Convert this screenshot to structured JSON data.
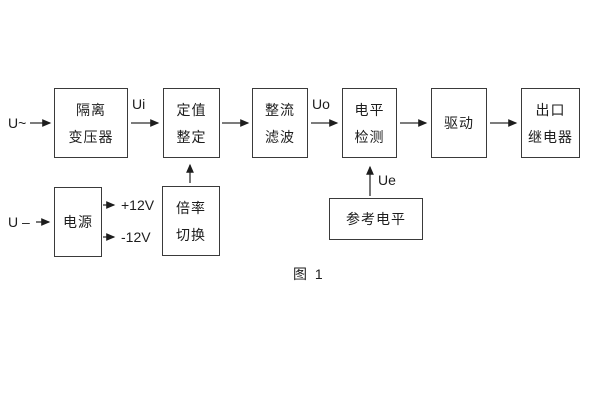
{
  "figure": {
    "caption": "图 1",
    "colors": {
      "background": "#ffffff",
      "line": "#3a3a3a",
      "text": "#1d1d1d"
    },
    "boxes": {
      "isolation": {
        "line1": "隔离",
        "line2": "变压器"
      },
      "setpoint": {
        "line1": "定值",
        "line2": "整定"
      },
      "rectifier": {
        "line1": "整流",
        "line2": "滤波"
      },
      "level": {
        "line1": "电平",
        "line2": "检测"
      },
      "drive": {
        "line1": "驱动"
      },
      "relay": {
        "line1": "出口",
        "line2": "继电器"
      },
      "power": {
        "line1": "电源"
      },
      "multiplier": {
        "line1": "倍率",
        "line2": "切换"
      },
      "reference": {
        "line1": "参考电平"
      }
    },
    "signals": {
      "input_ac": "U~",
      "input_dc": "U –",
      "ui": "Ui",
      "uo": "Uo",
      "ue": "Ue",
      "rail_pos": "+12V",
      "rail_neg": "-12V"
    }
  }
}
